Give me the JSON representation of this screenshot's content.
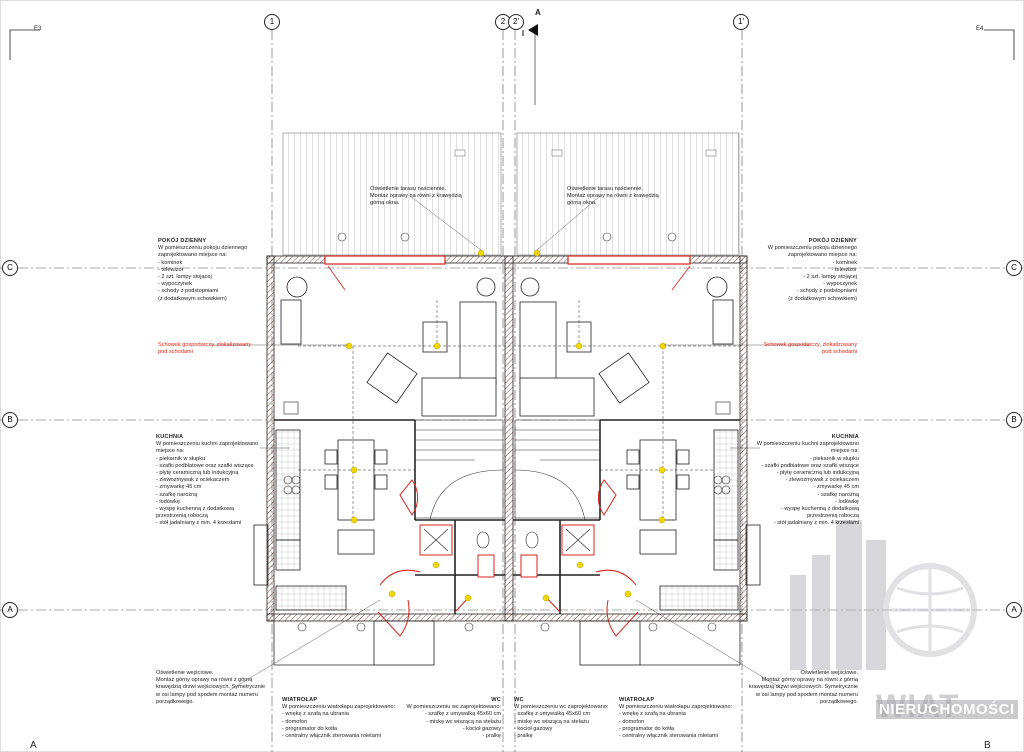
{
  "axes": {
    "top": [
      "1",
      "2",
      "2'",
      "1'"
    ],
    "left": [
      "C",
      "B",
      "A"
    ],
    "right": [
      "C",
      "B",
      "A"
    ],
    "north": "A"
  },
  "corners": {
    "tl": "E3",
    "tr": "E4",
    "bl": "A",
    "br": "B"
  },
  "notes": {
    "window_light_left": [
      "Oświetlenie tarasu naściennie.",
      "Montaż oprawy na równi z krawędzią",
      "górną okna."
    ],
    "window_light_right": [
      "Oświetlenie tarasu naściennie.",
      "Montaż oprawy na równi z krawędzią",
      "górną okna."
    ],
    "living_left": {
      "title": "POKÓJ DZIENNY",
      "lines": [
        "W pomieszczeniu pokoju dziennego",
        "zaprojektowano miejsce na:",
        "- kominek",
        "- telewizor",
        "- 2 szt. lampy stojącej",
        "- wypoczynek",
        "- schody z podstopniami",
        "(z dodatkowym schowkiem)"
      ]
    },
    "living_right": {
      "title": "POKÓJ DZIENNY",
      "lines": [
        "W pomieszczeniu pokoju dziennego",
        "zaprojektowano miejsce na:",
        "- kominek",
        "- telewizor",
        "- 2 szt. lampy stojącej",
        "- wypoczynek",
        "- schody z podstopniami",
        "(z dodatkowym schowkiem)"
      ]
    },
    "storage_left": [
      "Schowek gospodarczy, zlokalizowany",
      "pod schodami"
    ],
    "storage_right": [
      "Schowek gospodarczy, zlokalizowany",
      "pod schodami"
    ],
    "kitchen_left": {
      "title": "KUCHNIA",
      "lines": [
        "W pomieszczeniu kuchni zaprojektowano",
        "miejsce na:",
        "- piekarnik w słupku",
        "- szafki podblatowe oraz szafki wiszące",
        "- płytę ceramiczną lub indukcyjną",
        "- zlewozmywak z ociekaczem",
        "- zmywarkę 45 cm",
        "- szafkę narożną",
        "- lodówkę",
        "- wyspę kuchenną z dodatkową",
        "  przestrzenią roboczą",
        "- stół jadalniany z min. 4 krzesłami"
      ]
    },
    "kitchen_right": {
      "title": "KUCHNIA",
      "lines": [
        "W pomieszczeniu kuchni zaprojektowano",
        "miejsce na:",
        "- piekarnik w słupku",
        "- szafki podblatowe oraz szafki wiszące",
        "- płytę ceramiczną lub indukcyjną",
        "- zlewozmywak z ociekaczem",
        "- zmywarkę 45 cm",
        "- szafkę narożną",
        "- lodówkę",
        "- wyspę kuchenną z dodatkową",
        "  przestrzenią roboczą",
        "- stół jadalniany z min. 4 krzesłami"
      ]
    },
    "entrance_left": [
      "Oświetlenie wejściowe.",
      "Montaż górny oprawy na równi z górną",
      "krawędzią drzwi wejściowych. Symetrycznie",
      "w osi lampy pod spodem montaż numeru",
      "porządkowego."
    ],
    "entrance_right": [
      "Oświetlenie wejściowe.",
      "Montaż górny oprawy na równi z górną",
      "krawędzią drzwi wejściowych. Symetrycznie",
      "w osi lampy pod spodem montaż numeru",
      "porządkowego."
    ],
    "vestibule_left": {
      "title": "WIATROŁAP",
      "lines": [
        "W pomieszczeniu wiatrołapu zaprojektowano:",
        "- wnękę z szafą na ubrania",
        "- domofon",
        "- programator do kotła",
        "- centralny włącznik sterowania roletami"
      ]
    },
    "vestibule_right": {
      "title": "WIATROŁAP",
      "lines": [
        "W pomieszczeniu wiatrołapu zaprojektowano:",
        "- wnękę z szafą na ubrania",
        "- domofon",
        "- programator do kotła",
        "- centralny włącznik sterowania roletami"
      ]
    },
    "wc_left": {
      "title": "WC",
      "lines": [
        "W pomieszczeniu wc zaprojektowano:",
        "- szafkę z umywalką 45x60 cm",
        "- miskę wc wiszącą na stelażu",
        "- kocioł gazowy",
        "- pralkę"
      ]
    },
    "wc_right": {
      "title": "WC",
      "lines": [
        "W pomieszczeniu wc zaprojektowano:",
        "- szafkę z umywalką 45x60 cm",
        "- miskę wc wiszącą na stelażu",
        "- kocioł gazowy",
        "- pralkę"
      ]
    }
  },
  "watermark": {
    "brand": "WIAT",
    "subtitle": "NIERUCHOMOŚCI"
  },
  "colors": {
    "line": "#222222",
    "red": "#d8231b",
    "light": "#f2d600",
    "wall_hatch": "#8a4a3a"
  }
}
